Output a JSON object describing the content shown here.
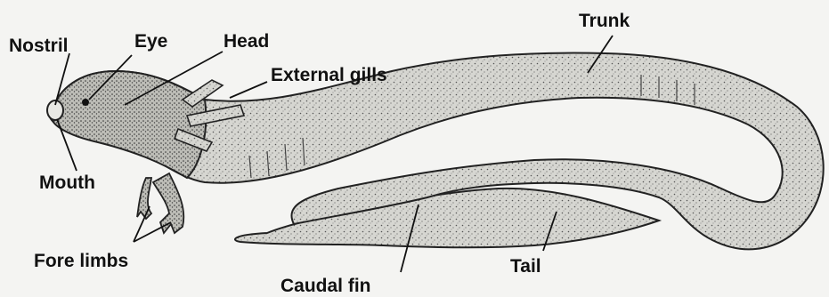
{
  "labels": {
    "nostril": "Nostril",
    "eye": "Eye",
    "head": "Head",
    "external_gills": "External gills",
    "trunk": "Trunk",
    "mouth": "Mouth",
    "fore_limbs": "Fore limbs",
    "caudal_fin": "Caudal fin",
    "tail": "Tail"
  },
  "colors": {
    "background": "#f4f4f2",
    "ink": "#111111",
    "body_fill": "#c9c9c4"
  }
}
